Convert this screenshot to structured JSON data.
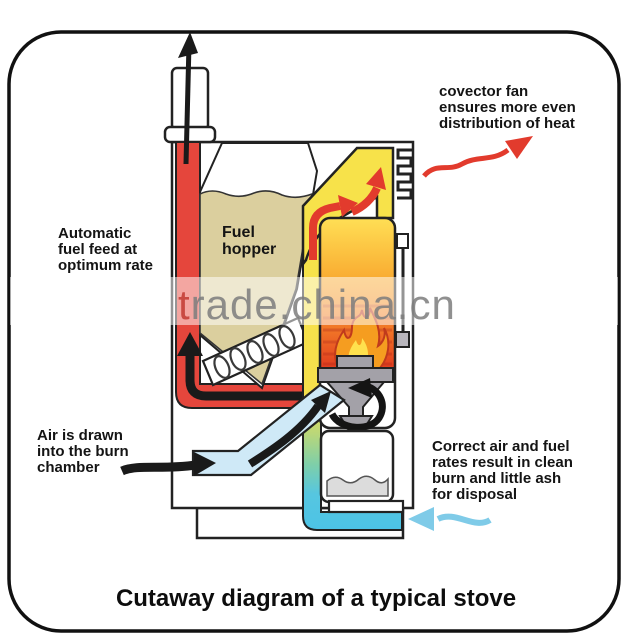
{
  "title": "Cutaway diagram of a typical stove",
  "watermark": {
    "lead": "t",
    "rest": "rade.china.cn"
  },
  "labels": {
    "convector_fan": "covector fan\nensures more even\ndistribution of heat",
    "fuel_feed": "Automatic\nfuel feed at\noptimum rate",
    "fuel_hopper": "Fuel\nhopper",
    "air_intake": "Air is drawn\ninto the burn\nchamber",
    "clean_burn": "Correct air and fuel\nrates result in clean\nburn and little ash\nfor disposal"
  },
  "colors": {
    "exhaust_red": "#e5463c",
    "duct_yellow": "#f7e24a",
    "hopper_tan": "#dbcf9e",
    "air_blue": "#cfe9f7",
    "intake_cyan": "#4cc3e6",
    "burnpot_gray": "#a3a1a8",
    "flame_orange": "#f59d20",
    "flame_yellow": "#ffe14d",
    "ash_gray": "#dcdcdc",
    "arrow_black": "#1a1a1a",
    "flow_arrow_red": "#e23b2d",
    "watermark_gray": "#7d7d7d",
    "watermark_red": "#c23a32"
  }
}
